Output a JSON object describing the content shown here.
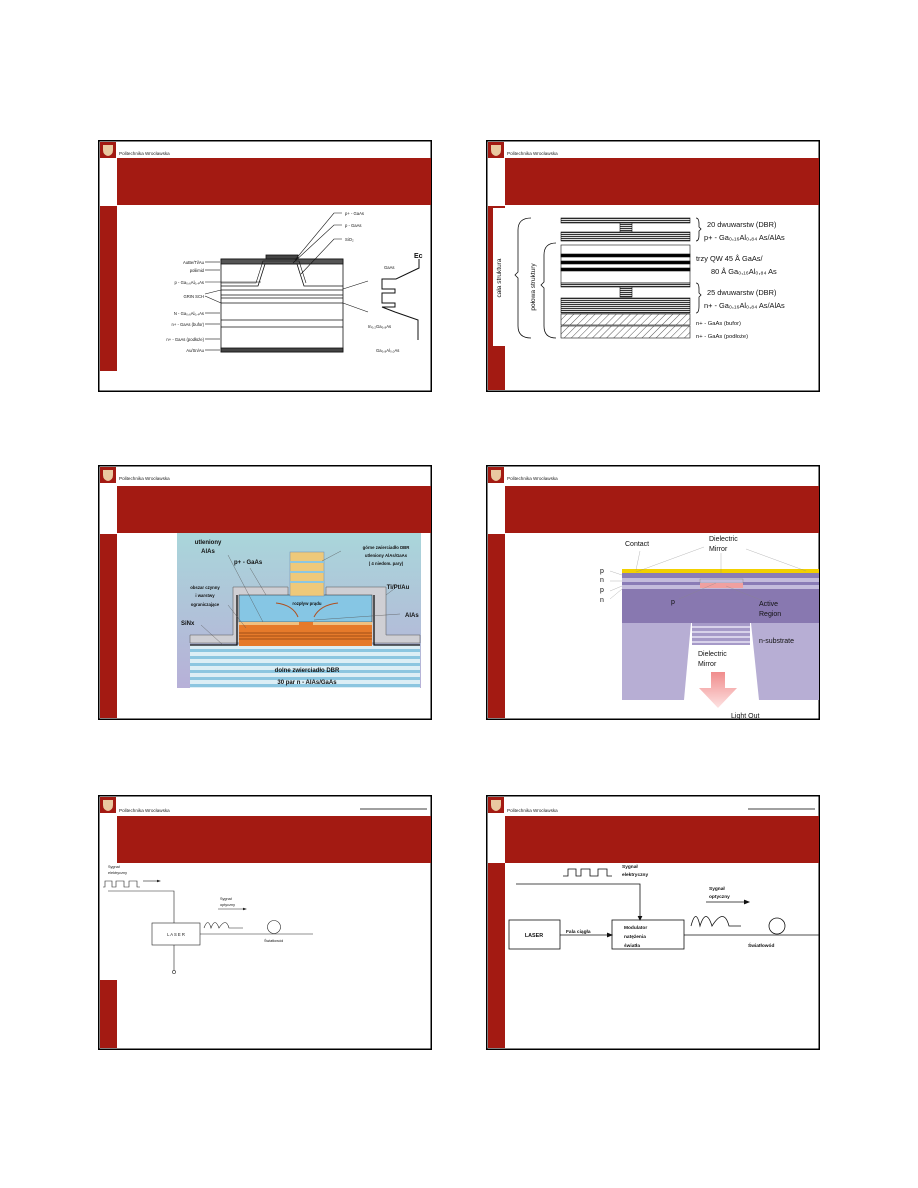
{
  "document": {
    "institution": "Politechnika Wrocławska",
    "colors": {
      "banner": "#a31a12",
      "border": "#000000"
    }
  },
  "slides": [
    {
      "labels": {
        "p_plus_gaas": "p+ - GaAs",
        "p_gaas": "p - GaAs",
        "sio2": "SiO₂",
        "aube": "AuBe/Ti/Au",
        "poliimid": "poliimid",
        "p_gaal": "p - Ga₀,₆Al₀,₄As",
        "grin": "GRIN SCH",
        "n_gaal": "N - Ga₀,₆Al₀,₄As",
        "bufor": "n+ - GaAs (bufor)",
        "podloze": "n+ - GaAs (podłoże)",
        "ausn": "Au/Sn/Au",
        "ec": "Ec",
        "gaas": "GaAs",
        "ingaas": "In₀,₂Ga₀,₈As",
        "gaalas": "Ga₀,₈Al₀,₂As"
      }
    },
    {
      "labels": {
        "dbr20": "20 dwuwarstw (DBR)",
        "p_dbr": "p+ - Ga₀,₁₆Al₀,₈₄ As/AlAs",
        "qw1": "trzy QW 45 Å GaAs/",
        "qw2": "80 Å  Ga₀,₁₆Al₀,₈₄ As",
        "dbr25": "25 dwuwarstw (DBR)",
        "n_dbr": "n+ - Ga₀,₁₆Al₀,₈₄ As/AlAs",
        "bufor": "n+ - GaAs (bufor)",
        "podloze": "n+ - GaAs (podłoże)",
        "whole": "cała struktura",
        "half": "połowa struktury"
      }
    },
    {
      "labels": {
        "utl1": "utleniony",
        "utl2": "AlAs",
        "pgaas": "p+ - GaAs",
        "top1": "górne zwierciadło  DBR",
        "top2": "utleniony AlAs/GaAs",
        "top3": "( 4 niedom. pary)",
        "tipt": "Ti/Pt/Au",
        "act1": "obszar czynny",
        "act2": "i warstwy",
        "act3": "ograniczające",
        "sin": "SiNx",
        "current": "rozpływ prądu",
        "alas": "AlAs",
        "bot1": "dolne zwierciadło DBR",
        "bot2": "30 par n - AlAs/GaAs"
      }
    },
    {
      "labels": {
        "contact": "Contact",
        "dm1": "Dielectric",
        "dm2": "Mirror",
        "p1": "p",
        "n1": "n",
        "p2": "p",
        "n2": "n",
        "p_center": "p",
        "ar1": "Active",
        "ar2": "Region",
        "nsub": "n-substrate",
        "dm3": "Dielectric",
        "dm4": "Mirror",
        "light": "Light Out"
      }
    },
    {
      "labels": {
        "el1": "Sygnał",
        "el2": "elektryczny",
        "op1": "Sygnał",
        "op2": "optyczny",
        "laser": "L A S E R",
        "fiber": "Światłowód"
      }
    },
    {
      "labels": {
        "el1": "Sygnał",
        "el2": "elektryczny",
        "op1": "Sygnał",
        "op2": "optyczny",
        "laser": "LASER",
        "cw": "Fala ciągła",
        "mod1": "Modulator",
        "mod2": "natężenia",
        "mod3": "światła",
        "fiber": "Światłowód"
      }
    }
  ]
}
